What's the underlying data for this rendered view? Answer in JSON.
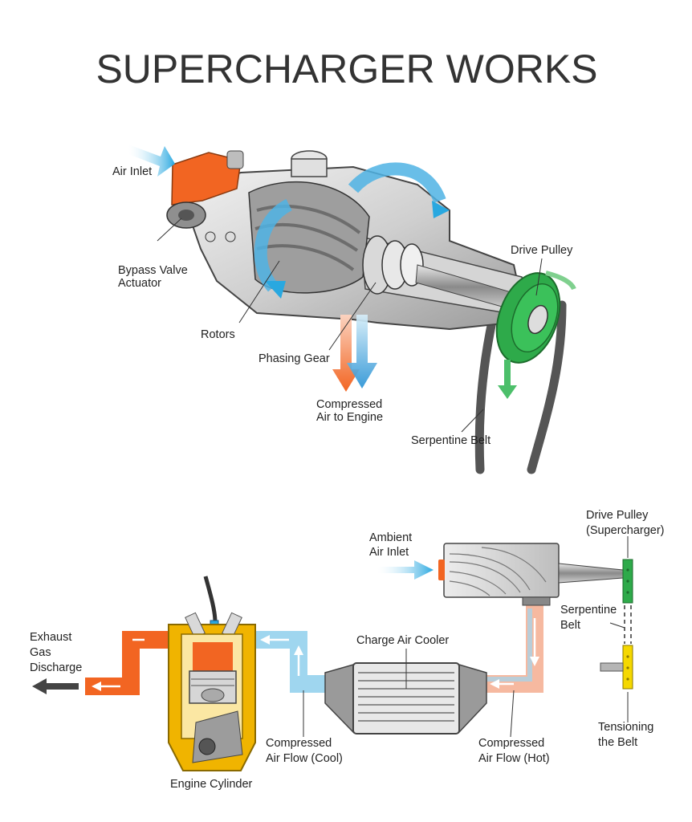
{
  "title": "SUPERCHARGER WORKS",
  "top_labels": {
    "air_inlet": "Air Inlet",
    "bypass_valve_1": "Bypass Valve",
    "bypass_valve_2": "Actuator",
    "rotors": "Rotors",
    "phasing_gear": "Phasing Gear",
    "compressed_air_1": "Compressed",
    "compressed_air_2": "Air to Engine",
    "drive_pulley": "Drive Pulley",
    "serpentine_belt": "Serpentine Belt"
  },
  "bottom_labels": {
    "ambient_1": "Ambient",
    "ambient_2": "Air Inlet",
    "drive_pulley_1": "Drive Pulley",
    "drive_pulley_2": "(Supercharger)",
    "serpentine_1": "Serpentine",
    "serpentine_2": "Belt",
    "exhaust_1": "Exhaust",
    "exhaust_2": "Gas",
    "exhaust_3": "Discharge",
    "charge_air_cooler": "Charge Air Cooler",
    "cool_1": "Compressed",
    "cool_2": "Air Flow (Cool)",
    "hot_1": "Compressed",
    "hot_2": "Air Flow (Hot)",
    "tension_1": "Tensioning",
    "tension_2": "the Belt",
    "engine_cylinder": "Engine Cylinder"
  },
  "colors": {
    "hot_air": "#f26522",
    "cool_air": "#8ccfee",
    "airflow_blue": "#29a8e0",
    "pulley_green": "#2eaa4a",
    "belt_yellow": "#f5d800",
    "cylinder_gold": "#f0b400",
    "housing_grey": "#c9c9c9"
  }
}
